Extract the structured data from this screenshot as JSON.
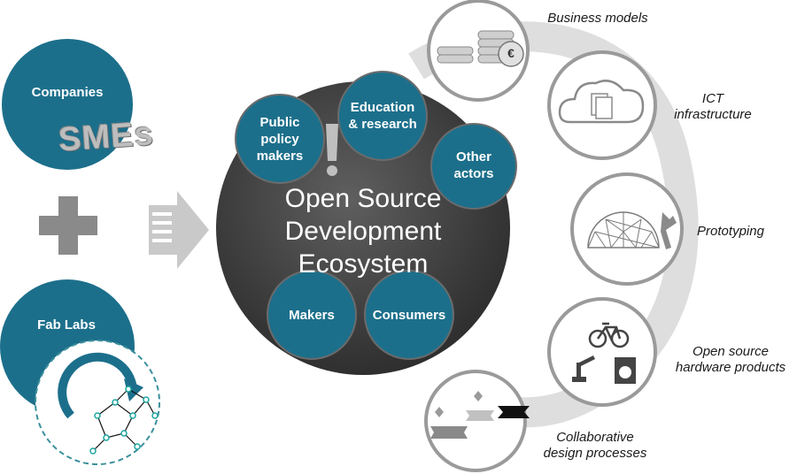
{
  "left": {
    "companies": "Companies",
    "smes": "SMEs",
    "fab_labs": "Fab Labs"
  },
  "center": {
    "title_lines": [
      "Open Source",
      "Development",
      "Ecosystem"
    ],
    "actors": {
      "public_policy": [
        "Public",
        "policy",
        "makers"
      ],
      "education": [
        "Education",
        "& research"
      ],
      "other": [
        "Other",
        "actors"
      ],
      "makers": "Makers",
      "consumers": "Consumers"
    }
  },
  "right": {
    "business_models": "Business models",
    "ict": [
      "ICT",
      "infrastructure"
    ],
    "prototyping": "Prototyping",
    "hardware": [
      "Open source",
      "hardware products"
    ],
    "design": [
      "Collaborative",
      "design processes"
    ],
    "coin_symbol": "€"
  },
  "colors": {
    "teal": "#1c6f8b",
    "dark_grey": "#4a4a4a",
    "light_grey": "#c8c8c8",
    "arc_grey": "#dedede",
    "icon_ring": "#9a9a9a"
  }
}
